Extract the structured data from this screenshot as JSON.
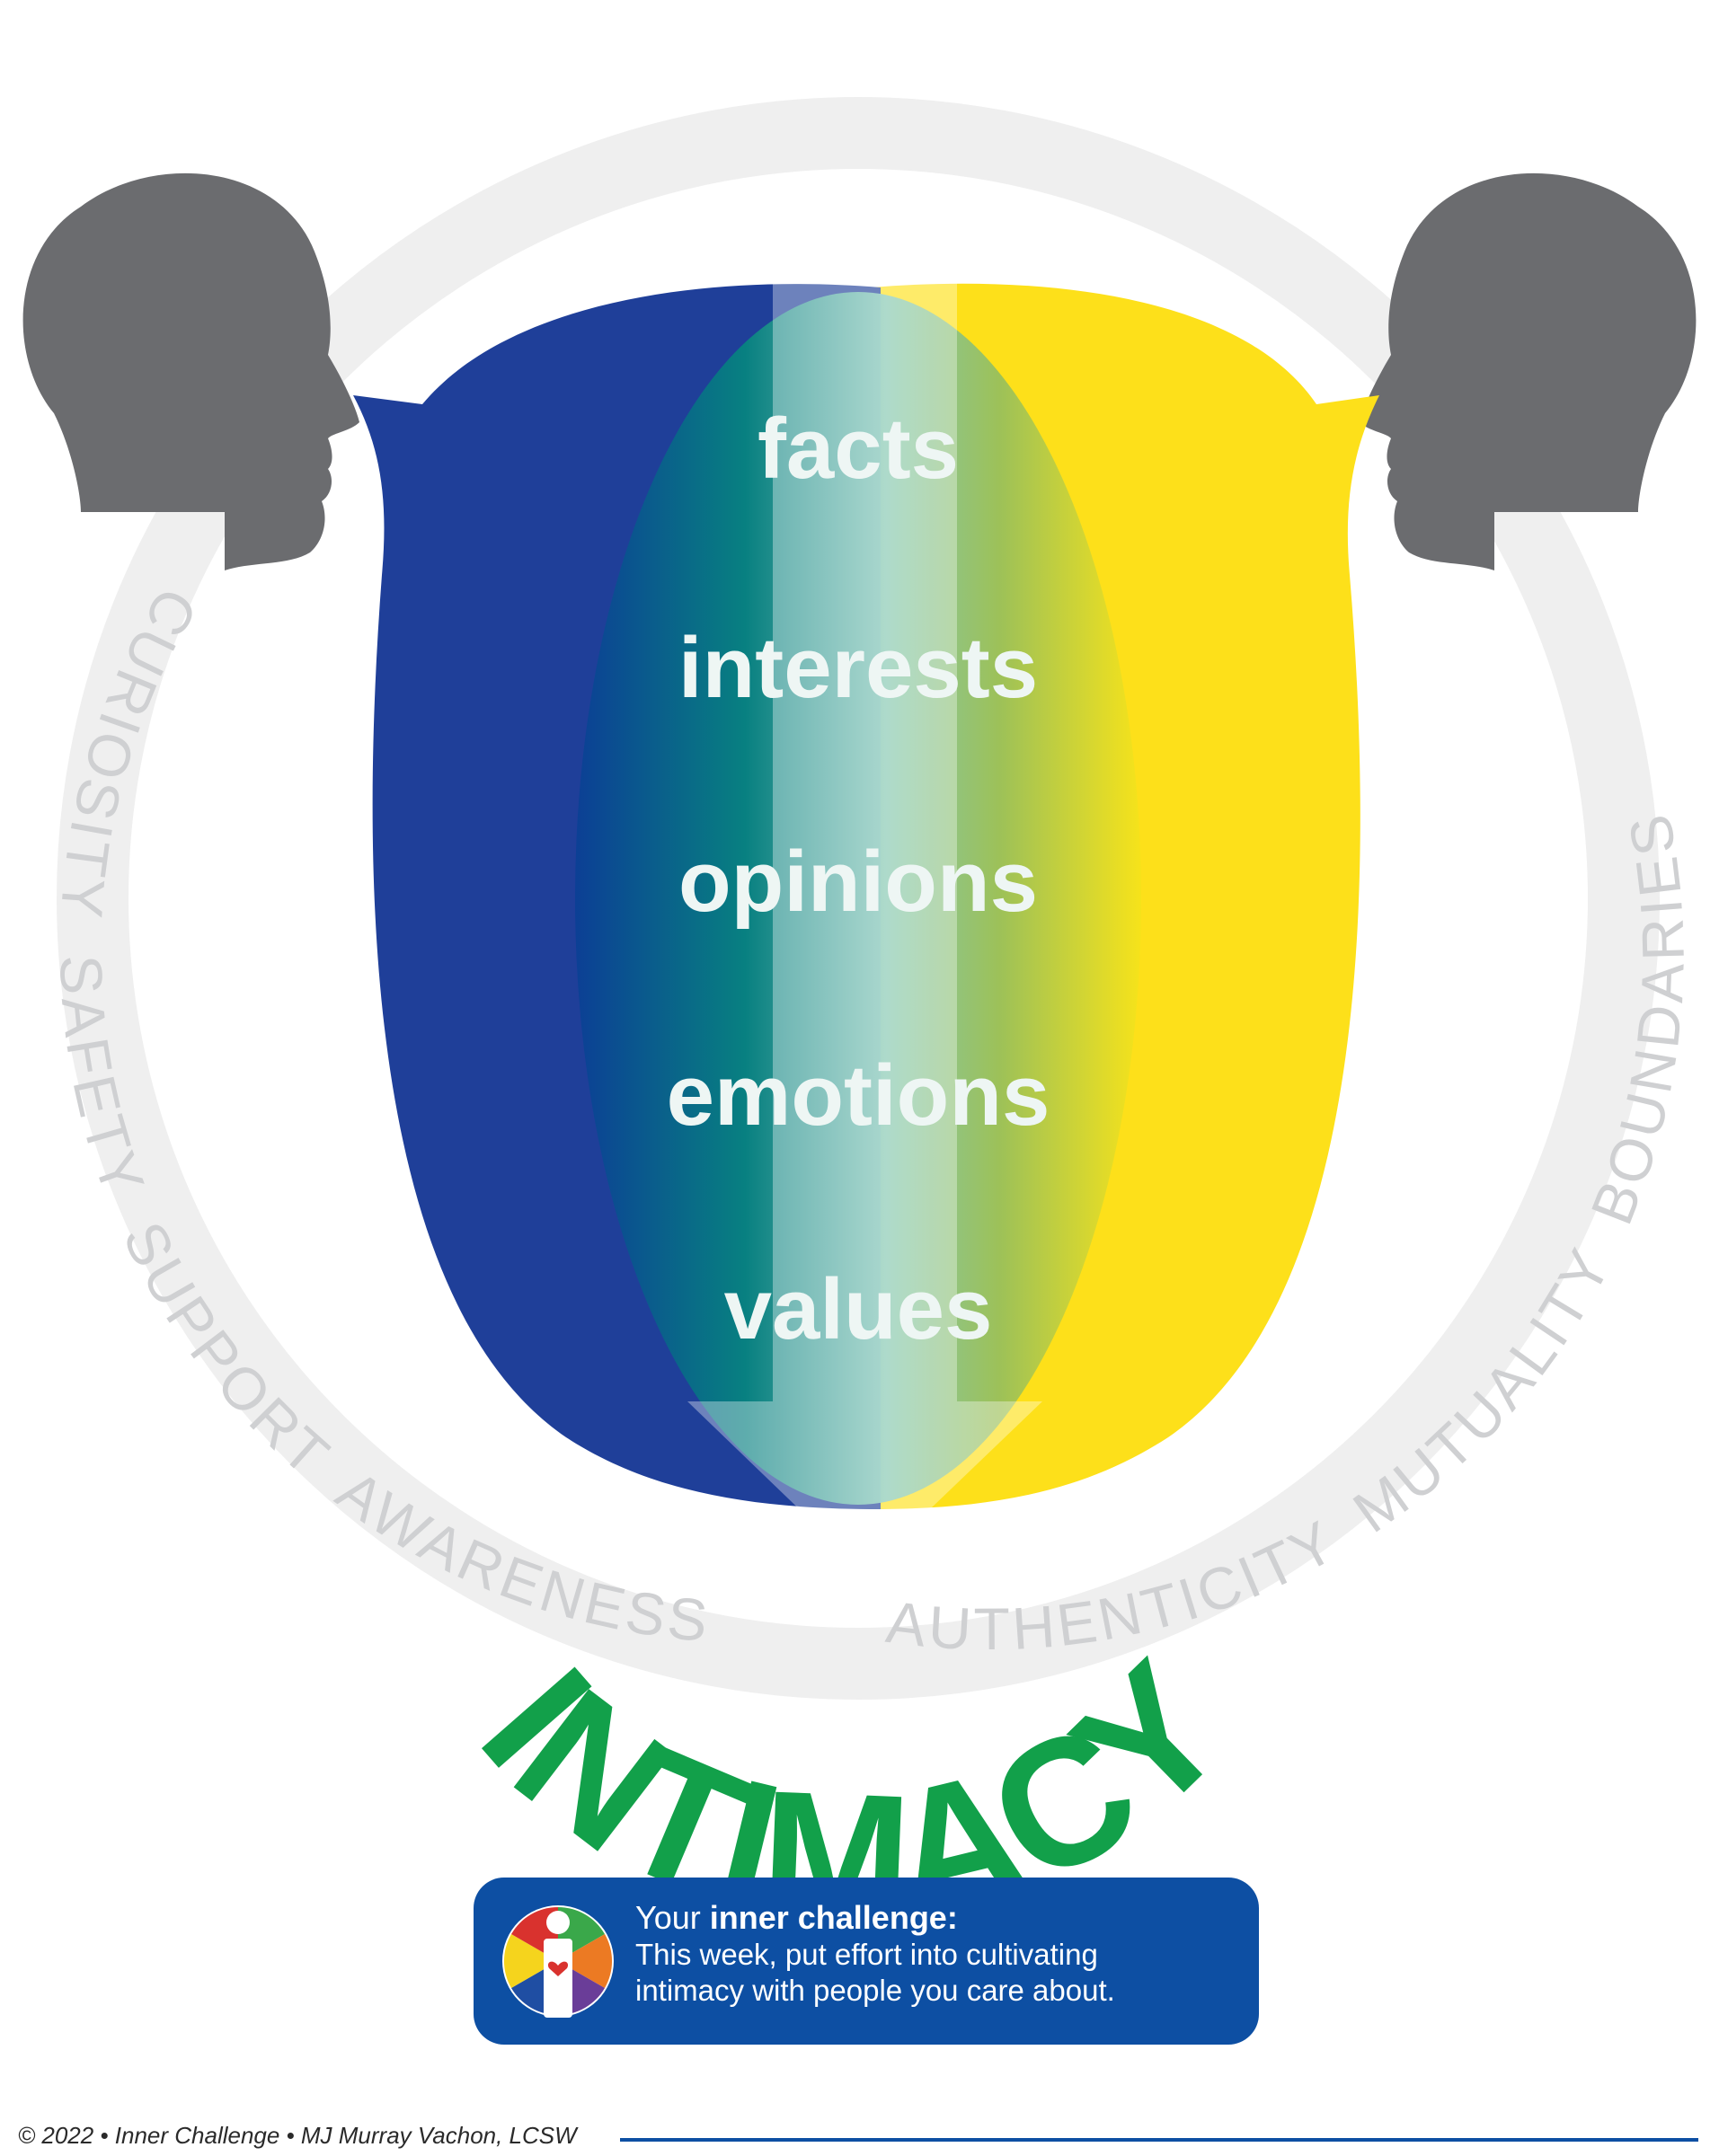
{
  "layers": [
    "facts",
    "interests",
    "opinions",
    "emotions",
    "values"
  ],
  "ring_words_left": [
    "CURIOSITY",
    "SAFETY",
    "SUPPORT",
    "AWARENESS"
  ],
  "ring_words_right": [
    "AUTHENTICITY",
    "MUTUALITY",
    "BOUNDARIES"
  ],
  "title": "INTIMACY",
  "challenge": {
    "heading_prefix": "Your ",
    "heading_bold": "inner challenge:",
    "line1": "This week, put effort into cultivating",
    "line2": "intimacy with people you care about."
  },
  "footer": "© 2022 • Inner Challenge • MJ Murray Vachon, LCSW",
  "colors": {
    "blue_bubble": "#1f3f99",
    "yellow_bubble": "#fde01a",
    "head_gray": "#6b6c6f",
    "ring_gray": "#efefef",
    "ring_text": "#cfd0d2",
    "title_green": "#12a04a",
    "challenge_blue": "#0d4fa3"
  },
  "icons": {
    "left_head": "head-silhouette-icon",
    "right_head": "head-silhouette-icon",
    "logo": "inner-challenge-logo-icon"
  }
}
